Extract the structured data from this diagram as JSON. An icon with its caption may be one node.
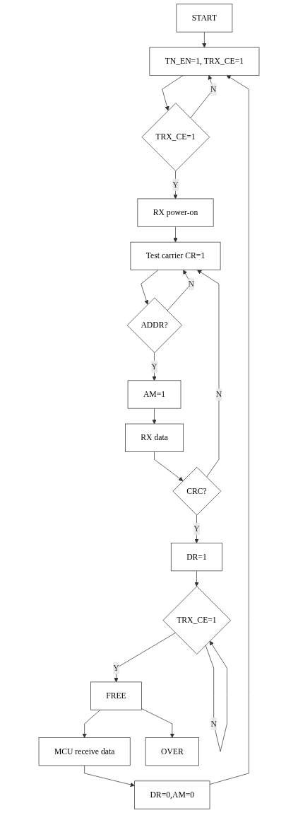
{
  "diagram": {
    "nodes": [
      {
        "text": [
          "START"
        ]
      },
      {
        "text": [
          "TN_EN=1, TRX_CE=1"
        ]
      },
      {
        "text": [
          "TRX_CE=1"
        ]
      },
      {
        "text": [
          "RX power-on"
        ]
      },
      {
        "text": [
          "Test carrier CR=1"
        ]
      },
      {
        "text": [
          "ADDR?"
        ]
      },
      {
        "text": [
          "AM=1"
        ]
      },
      {
        "text": [
          "RX data"
        ]
      },
      {
        "text": [
          "CRC?"
        ]
      },
      {
        "text": [
          "DR=1"
        ]
      },
      {
        "text": [
          "TRX_CE=1"
        ]
      },
      {
        "text": [
          "FREE"
        ]
      },
      {
        "text": [
          "MCU receive data"
        ]
      },
      {
        "text": [
          "DR=0,AM=0"
        ]
      },
      {
        "text": [
          "OVER"
        ]
      }
    ],
    "edges": [
      {
        "from": 0,
        "to": 1,
        "arrow": "to"
      },
      {
        "from": 1,
        "to": 2,
        "arrow": "to"
      },
      {
        "from": 2,
        "to": 1,
        "arrow": "to",
        "label": "N"
      },
      {
        "from": 2,
        "to": 3,
        "arrow": "to",
        "label": "Y"
      },
      {
        "from": 3,
        "to": 4,
        "arrow": "to"
      },
      {
        "from": 4,
        "to": 5,
        "arrow": "to"
      },
      {
        "from": 5,
        "to": 4,
        "arrow": "to",
        "label": "N"
      },
      {
        "from": 5,
        "to": 6,
        "arrow": "to",
        "label": "Y"
      },
      {
        "from": 6,
        "to": 7,
        "arrow": "to"
      },
      {
        "from": 7,
        "to": 8,
        "arrow": "to"
      },
      {
        "from": 8,
        "to": 4,
        "arrow": "to",
        "label": "N"
      },
      {
        "from": 8,
        "to": 9,
        "arrow": "to",
        "label": "Y"
      },
      {
        "from": 9,
        "to": 10,
        "arrow": "to"
      },
      {
        "from": 10,
        "to": 10,
        "arrow": "to",
        "label": "N"
      },
      {
        "from": 10,
        "to": 11,
        "arrow": "to",
        "label": "Y"
      },
      {
        "from": 11,
        "to": 12,
        "arrow": "to"
      },
      {
        "from": 12,
        "to": 13,
        "arrow": "to"
      },
      {
        "from": 13,
        "to": 1,
        "arrow": "to"
      },
      {
        "from": 11,
        "to": 14,
        "arrow": "to"
      }
    ]
  }
}
